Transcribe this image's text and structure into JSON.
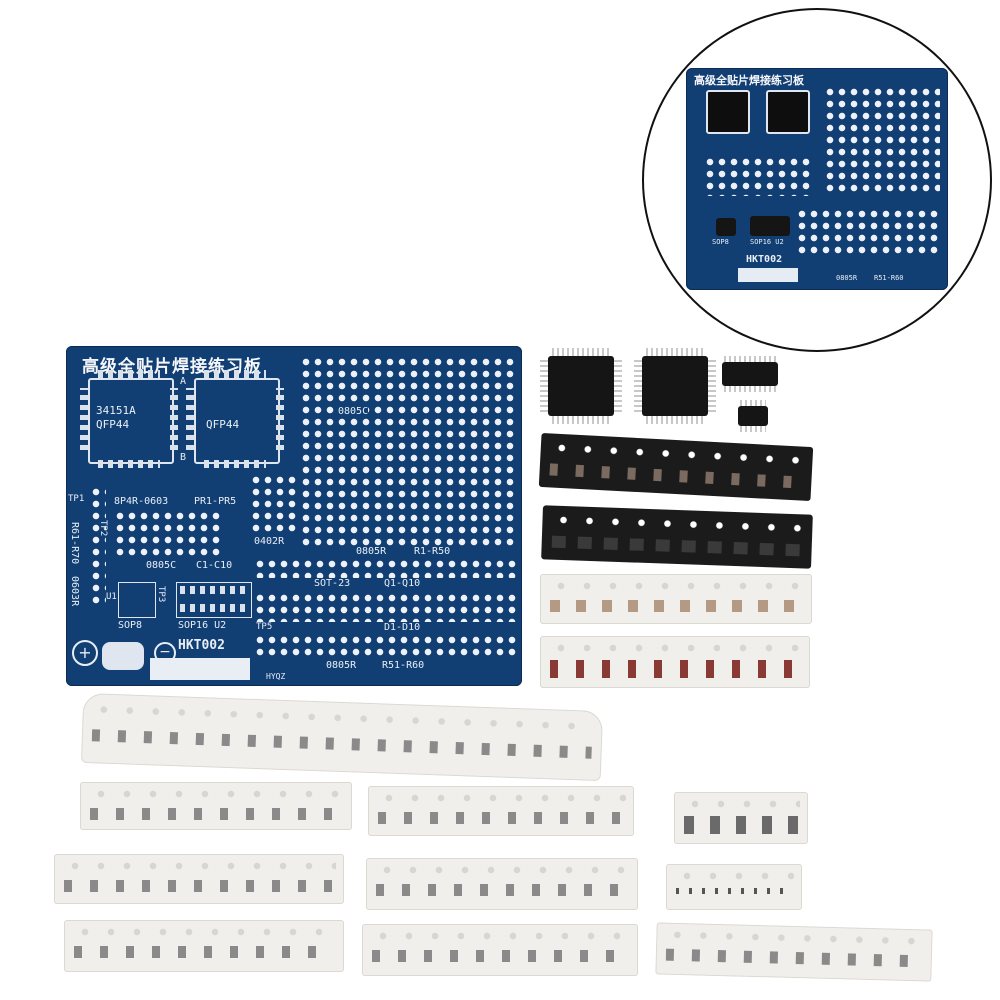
{
  "board": {
    "title": "高级全贴片焊接练习板",
    "model": "HKT002",
    "qfp_a_label": "34151A QFP44",
    "qfp_b_label": "QFP44",
    "labels": {
      "l1": "0805C",
      "l2": "C1-C10",
      "l3": "8P4R-0603",
      "l4": "PR1-PR5",
      "l5": "0402R",
      "l6": "0805R",
      "l7": "R1-R50",
      "l8": "SOT-23",
      "l9": "Q1-Q10",
      "l10": "SOP8",
      "l11": "SOP16 U2",
      "l12": "0805R",
      "l13": "R51-R60",
      "l14": "R61-R70",
      "l15": "0603R",
      "l16": "TP1",
      "l17": "TP2",
      "l18": "TP3",
      "l19": "U1",
      "l20": "TP5",
      "l21": "D1-D10",
      "l22": "HYQZ",
      "l23": "A",
      "l24": "B",
      "l25": "0805C"
    }
  },
  "inset": {
    "title": "高级全贴片焊接练习板",
    "model": "HKT002",
    "label1": "0805R",
    "label2": "R51-R60",
    "label3": "SOP8",
    "label4": "SOP16 U2"
  },
  "colors": {
    "pcb": "#123f73",
    "silkscreen": "#eef2f6",
    "tape_black": "#1b1b1b",
    "tape_white": "#f1efec"
  }
}
